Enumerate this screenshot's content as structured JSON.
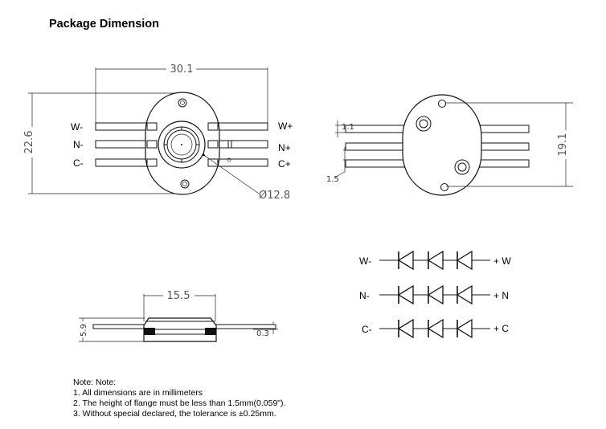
{
  "title": "Package Dimension",
  "top_view": {
    "width": "30.1",
    "height": "22.6",
    "lens_diameter": "Ø12.8",
    "pins_left": [
      "W-",
      "N-",
      "C-"
    ],
    "pins_right": [
      "W+",
      "N+",
      "C+"
    ]
  },
  "back_view": {
    "pin_width": "1.1",
    "pin_pitch": "1.5",
    "height": "19.1"
  },
  "side_view": {
    "width": "15.5",
    "height": "5.9",
    "lead_thickness": "0.3"
  },
  "schematic": {
    "rows": [
      {
        "neg": "W-",
        "pos": "+ W"
      },
      {
        "neg": "N-",
        "pos": "+ N"
      },
      {
        "neg": "C-",
        "pos": "+ C"
      }
    ]
  },
  "notes": [
    "Note: Note:",
    "1. All dimensions are in millimeters",
    "2. The height of flange must be less than 1.5mm(0.059\").",
    "3. Without special declared, the tolerance is ±0.25mm."
  ]
}
